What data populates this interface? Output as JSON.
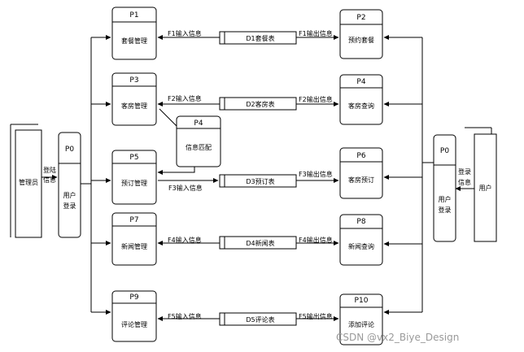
{
  "external_entities": {
    "admin": "管理员",
    "user": "用户"
  },
  "login_processes": {
    "admin_login": {
      "id": "P0",
      "name_line1": "用户",
      "name_line2": "登录",
      "input_line1": "登陆",
      "input_line2": "信息"
    },
    "user_login": {
      "id": "P0",
      "name_line1": "用户",
      "name_line2": "登录",
      "input_line1": "登录",
      "input_line2": "信息"
    }
  },
  "rows": [
    {
      "left": {
        "id": "P1",
        "name": "套餐管理"
      },
      "store": "D1套餐表",
      "in_flow": "F1输入信息",
      "out_flow": "F1输出信息",
      "right": {
        "id": "P2",
        "name": "预约套餐"
      }
    },
    {
      "left": {
        "id": "P3",
        "name": "客房管理"
      },
      "store": "D2客房表",
      "in_flow": "F2输入信息",
      "out_flow": "F2输出信息",
      "right": {
        "id": "P4",
        "name": "客房查询"
      }
    },
    {
      "left": {
        "id": "P5",
        "name": "预订管理"
      },
      "store": "D3预订表",
      "in_flow": "F3输入信息",
      "out_flow": "F3输出信息",
      "right": {
        "id": "P6",
        "name": "客房预订"
      }
    },
    {
      "left": {
        "id": "P7",
        "name": "新闻管理"
      },
      "store": "D4新闻表",
      "in_flow": "F4输入信息",
      "out_flow": "F4输出信息",
      "right": {
        "id": "P8",
        "name": "新闻查询"
      }
    },
    {
      "left": {
        "id": "P9",
        "name": "评论管理"
      },
      "store": "D5评论表",
      "in_flow": "F5输入信息",
      "out_flow": "F5输出信息",
      "right": {
        "id": "P10",
        "name": "添加评论"
      }
    }
  ],
  "match_process": {
    "id": "P4",
    "name": "信息匹配"
  },
  "watermark": "CSDN @vx2_Biye_Design"
}
